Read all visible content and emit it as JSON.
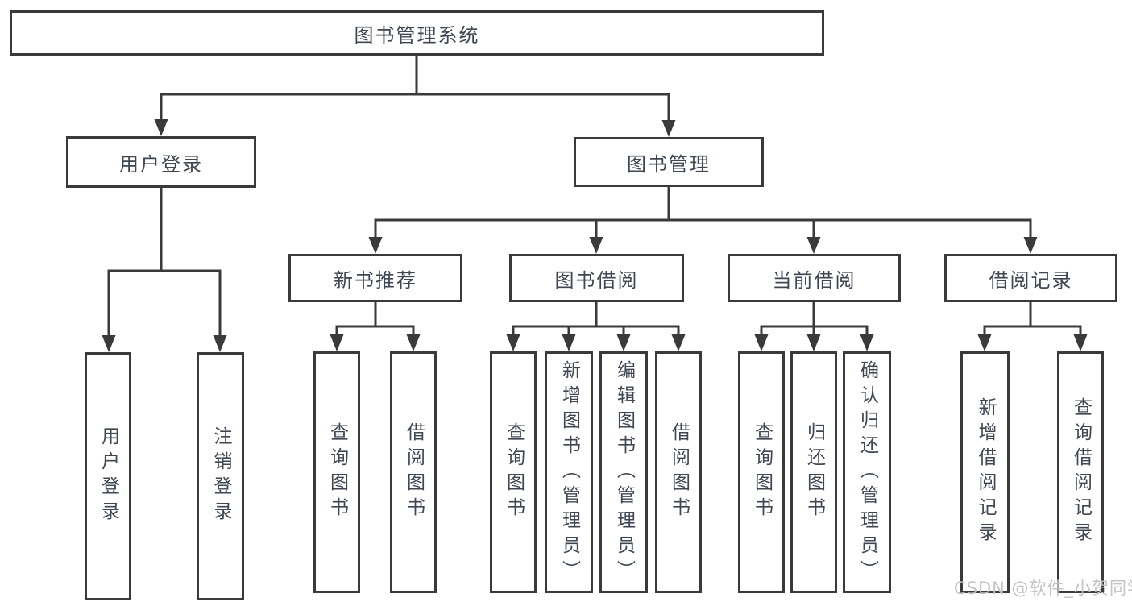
{
  "diagram": {
    "type": "functional-structure-tree",
    "orientation": "top-down",
    "colors": {
      "line": "#3a3a3a",
      "box_border": "#3a3a3a",
      "box_fill": "#ffffff",
      "text": "#3f4753",
      "watermark": "#c0c0c0",
      "background": "#ffffff"
    },
    "tree": {
      "label": "图书管理系统",
      "children": [
        {
          "label": "用户登录",
          "children": [
            {
              "label": "用户登录"
            },
            {
              "label": "注销登录"
            }
          ]
        },
        {
          "label": "图书管理",
          "children": [
            {
              "label": "新书推荐",
              "children": [
                {
                  "label": "查询图书"
                },
                {
                  "label": "借阅图书"
                }
              ]
            },
            {
              "label": "图书借阅",
              "children": [
                {
                  "label": "查询图书"
                },
                {
                  "label": "新增图书（管理员）"
                },
                {
                  "label": "编辑图书（管理员）"
                },
                {
                  "label": "借阅图书"
                }
              ]
            },
            {
              "label": "当前借阅",
              "children": [
                {
                  "label": "查询图书"
                },
                {
                  "label": "归还图书"
                },
                {
                  "label": "确认归还（管理员）"
                }
              ]
            },
            {
              "label": "借阅记录",
              "children": [
                {
                  "label": "新增借阅记录"
                },
                {
                  "label": "查询借阅记录"
                }
              ]
            }
          ]
        }
      ]
    }
  },
  "watermark": {
    "text": "CSDN @软件_小贺同学"
  }
}
